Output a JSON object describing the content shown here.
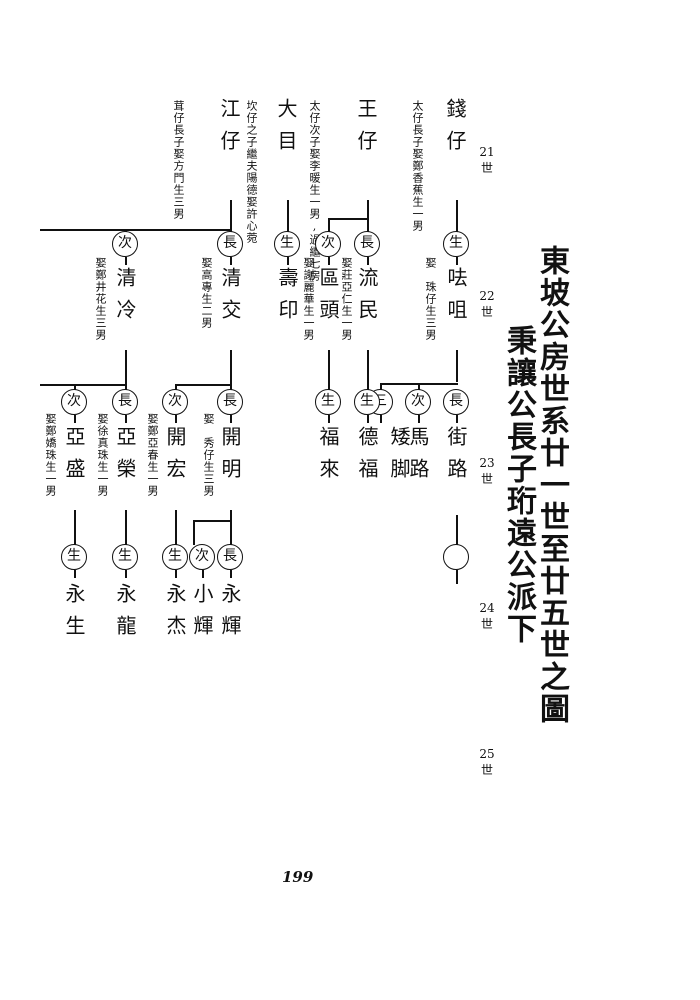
{
  "title": {
    "line1": "東坡公房世系廿一世至廿五世之圖",
    "line2": "秉讓公長子珩遠公派下"
  },
  "generations": [
    "21世",
    "22世",
    "23世",
    "24世",
    "25世"
  ],
  "page_number": "199",
  "gen21": [
    {
      "name": "錢仔",
      "note": "太仔長子娶鄭香蕉生一男"
    },
    {
      "name": "王仔",
      "note": "太仔次子娶李暖生一男,過繼七房"
    },
    {
      "name": "大目",
      "note": "坎仔之子繼夫陽德娶許心菀"
    },
    {
      "name": "江仔",
      "note": "茸仔長子娶方門生三男"
    }
  ],
  "gen22": [
    {
      "mark": "生",
      "name": "呿咀",
      "note": "娶　珠仔生三男"
    },
    {
      "mark": "長",
      "name": "流民",
      "note": "娶莊亞仁生一男"
    },
    {
      "mark": "次",
      "name": "區頭",
      "note": "娶謝麗華生一男"
    },
    {
      "mark": "生",
      "name": "壽印",
      "note": ""
    },
    {
      "mark": "長",
      "name": "清交",
      "note": "娶高專生二男"
    },
    {
      "mark": "次",
      "name": "清冷",
      "note": "娶鄭井花生三男"
    }
  ],
  "gen23": [
    {
      "mark": "長",
      "name": "街路",
      "note": ""
    },
    {
      "mark": "次",
      "name": "馬路",
      "note": ""
    },
    {
      "mark": "三",
      "name": "矮脚",
      "note": ""
    },
    {
      "mark": "生",
      "name": "德福",
      "note": ""
    },
    {
      "mark": "生",
      "name": "福來",
      "note": ""
    },
    {
      "mark": "長",
      "name": "開明",
      "note": "娶　秀仔生三男"
    },
    {
      "mark": "次",
      "name": "開宏",
      "note": "娶鄭亞春生一男"
    },
    {
      "mark": "長",
      "name": "亞榮",
      "note": "娶徐真珠生一男"
    },
    {
      "mark": "次",
      "name": "亞盛",
      "note": "娶鄭嬌珠生一男"
    }
  ],
  "gen24": [
    {
      "mark": "長",
      "name": "永輝"
    },
    {
      "mark": "次",
      "name": "小輝"
    },
    {
      "mark": "生",
      "name": "永杰"
    },
    {
      "mark": "生",
      "name": "永龍"
    },
    {
      "mark": "生",
      "name": "永生"
    }
  ]
}
